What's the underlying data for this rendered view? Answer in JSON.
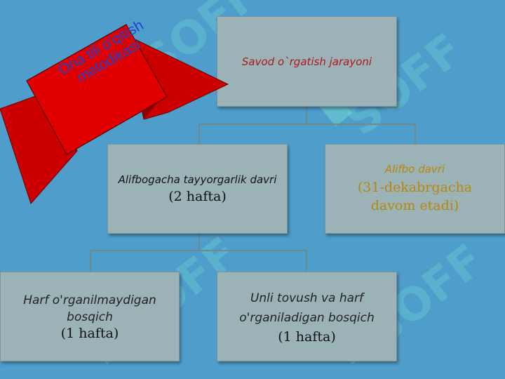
{
  "ribbon": {
    "text": "Ona tili o'qitish metodikasi"
  },
  "diagram": {
    "root": {
      "title": "Savod o`rgatish jarayoni"
    },
    "alifbogacha": {
      "title": "Alifbogacha tayyorgarlik davri",
      "duration": "(2 hafta)"
    },
    "alifbo": {
      "title": "Alifbo davri",
      "duration": "(31-dekabrgacha davom etadi)"
    },
    "harf_organilmaydigan": {
      "title": "Harf o'rganilmaydigan bosqich",
      "duration": "(1 hafta)"
    },
    "unli_tovush": {
      "title": "Unli tovush va harf o'rganiladigan bosqich",
      "duration": "(1 hafta)"
    }
  },
  "watermark": {
    "text": "SOFF"
  },
  "colors": {
    "background": "#4f9dcb",
    "node_fill": "#9bb3b6",
    "ribbon_red": "#d10000",
    "root_text": "#b01818",
    "alifbo_text": "#b8860b"
  }
}
